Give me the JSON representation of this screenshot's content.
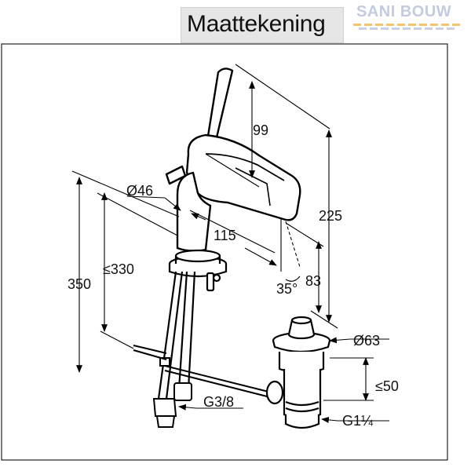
{
  "title": "Maattekening",
  "logo": {
    "text": "SANI BOUW",
    "color": "#c4cbe0"
  },
  "dimensions": {
    "lever_height": "99",
    "total_height": "225",
    "body_diameter": "Ø46",
    "spout_reach": "115",
    "max_deck_thickness": "≤330",
    "hose_length": "350",
    "spout_angle": "35°",
    "spout_height": "83",
    "waste_diameter": "Ø63",
    "waste_thickness": "≤50",
    "supply_thread": "G3/8",
    "waste_thread": "G1¼"
  }
}
